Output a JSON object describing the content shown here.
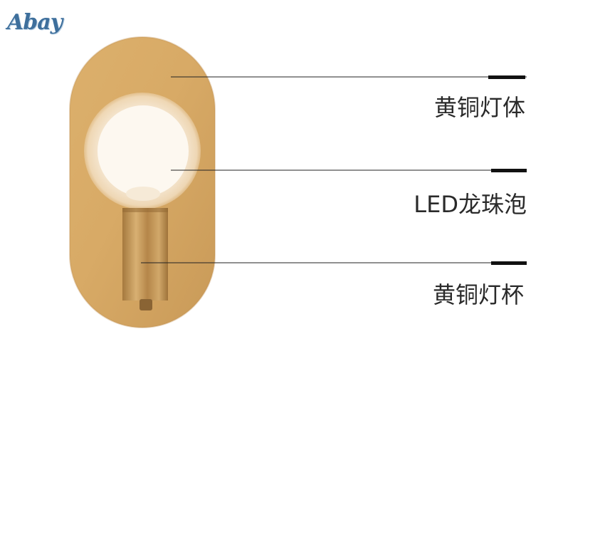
{
  "brand": {
    "logo_text": "Abay",
    "logo_color": "#3e6f9c"
  },
  "product_parts": [
    {
      "label": "黄铜灯体"
    },
    {
      "label": "LED龙珠泡"
    },
    {
      "label": "黄铜灯杯"
    }
  ],
  "colors": {
    "brass": "#d4a865",
    "bulb": "#fdf6ec",
    "line": "#222222"
  }
}
